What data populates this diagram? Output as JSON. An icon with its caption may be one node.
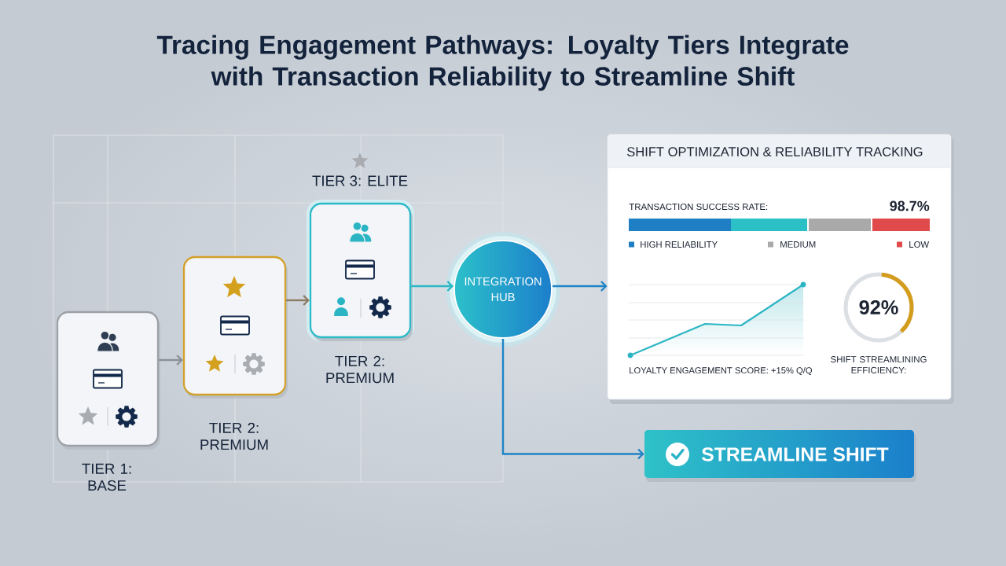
{
  "diagram": {
    "title": "Tracing Engagement Pathways: Loyalty Tiers Integrate with Transaction Reliability to Streamline Shift",
    "nodes": [
      {
        "text": [
          "TIER 1: BASE"
        ]
      },
      {
        "text": [
          "TIER 2: PREMIUM"
        ]
      },
      {
        "text": [
          "TIER 3: ELITE"
        ],
        "beside": [
          "TIER 2: PREMIUM"
        ]
      },
      {
        "text": [
          "INTEGRATION HUB"
        ]
      },
      {
        "text": [
          "SHIFT OPTIMIZATION & RELIABILITY TRACKING",
          "TRANSACTION SUCCESS RATE:",
          "98.7%",
          "LOYALTY ENGAGEMENT SCORE: +15% Q/Q",
          "92%",
          "SHIFT STREAMLINING EFFICIENCY:"
        ]
      },
      {
        "text": [
          "STREAMLINE SHIFT"
        ]
      }
    ],
    "edges": [
      {
        "from": 0,
        "to": 1,
        "arrow": "to",
        "color": "#8a9096"
      },
      {
        "from": 1,
        "to": 2,
        "arrow": "to",
        "color": "#8c7a62"
      },
      {
        "from": 2,
        "to": 3,
        "arrow": "to",
        "color": "#2bb7c5"
      },
      {
        "from": 3,
        "to": 4,
        "arrow": "to"
      },
      {
        "from": 3,
        "to": 5,
        "arrow": "to"
      }
    ],
    "legend": [
      {
        "text": "HIGH RELIABILITY",
        "color": "#1f7fc4"
      },
      {
        "text": "MEDIUM",
        "color": "#a9a9a9"
      },
      {
        "text": "LOW",
        "color": "#e04a4a"
      }
    ]
  }
}
